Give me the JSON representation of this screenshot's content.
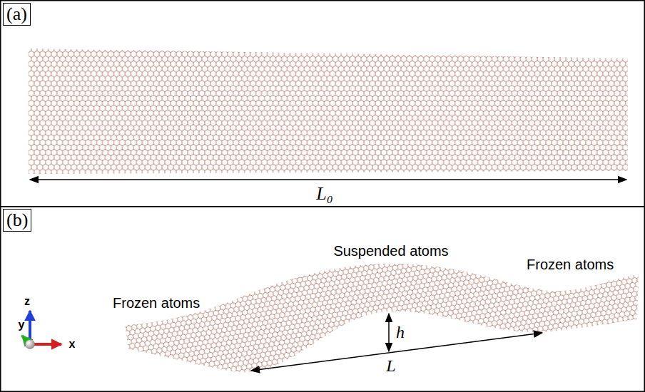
{
  "diagram": {
    "nodes": [
      {
        "text": [
          "(a)"
        ]
      },
      {
        "text": [
          "(b)"
        ]
      }
    ],
    "labels": [
      "L₀",
      "Suspended atoms",
      "Frozen atoms",
      "Frozen atoms",
      "h",
      "L",
      "z",
      "y",
      "x"
    ]
  }
}
